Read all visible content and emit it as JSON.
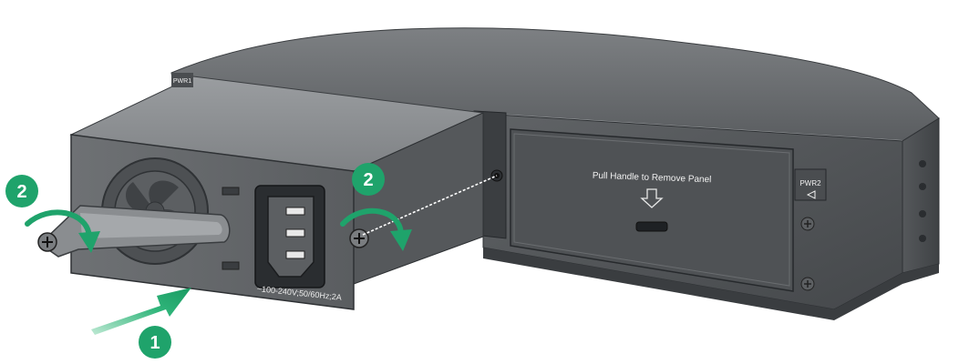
{
  "panel": {
    "instruction": "Pull Handle to Remove Panel",
    "slot_label_left": "PWR1",
    "slot_label_right": "PWR2"
  },
  "psu": {
    "rating": "~100-240V;50/60Hz;2A"
  },
  "steps": {
    "step1": "1",
    "step2_left": "2",
    "step2_right": "2"
  },
  "colors": {
    "accent_green": "#1fa36b",
    "chassis_dark": "#4a4d50",
    "chassis_mid": "#6b6e71",
    "chassis_light": "#8c8f92"
  }
}
